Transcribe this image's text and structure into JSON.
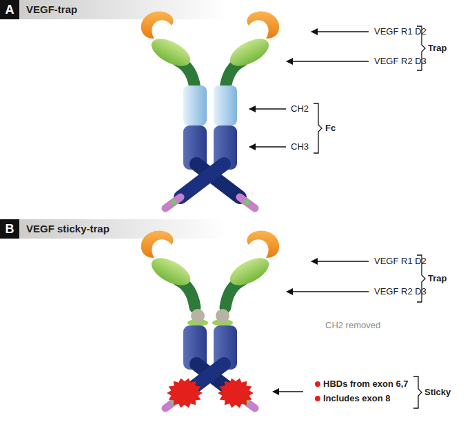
{
  "diagram": {
    "nodes": [
      {
        "text": [
          "A",
          "VEGF-trap"
        ]
      },
      {
        "text": [
          "B",
          "VEGF sticky-trap"
        ]
      }
    ],
    "labels": [
      "VEGF R1 D2",
      "VEGF R2 D3",
      "Trap",
      "CH2",
      "CH3",
      "Fc",
      "VEGF R1 D2",
      "VEGF R2 D3",
      "Trap",
      "CH2 removed",
      "HBDs from exon 6,7",
      "Includes exon 8",
      "Sticky"
    ]
  }
}
